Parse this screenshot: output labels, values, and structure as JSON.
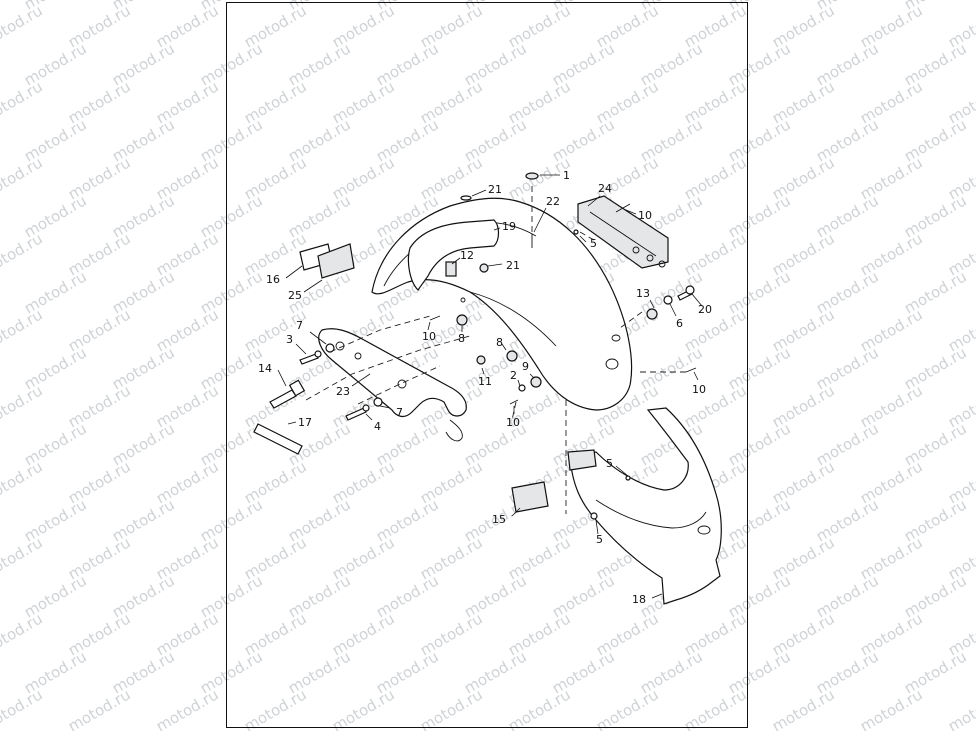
{
  "watermark": {
    "text": "motod.ru"
  },
  "callouts": [
    "1",
    "2",
    "3",
    "4",
    "5",
    "6",
    "7",
    "8",
    "9",
    "10",
    "11",
    "12",
    "13",
    "14",
    "15",
    "16",
    "17",
    "18",
    "19",
    "20",
    "21",
    "22",
    "23",
    "24",
    "25"
  ],
  "labels": {
    "c1": "1",
    "c21a": "21",
    "c22": "22",
    "c24": "24",
    "c10a": "10",
    "c19": "19",
    "c5a": "5",
    "c12": "12",
    "c21b": "21",
    "c16": "16",
    "c25": "25",
    "c13": "13",
    "c20": "20",
    "c6": "6",
    "c7a": "7",
    "c3": "3",
    "c10b": "10",
    "c8a": "8",
    "c8b": "8",
    "c14": "14",
    "c23": "23",
    "c2": "2",
    "c9": "9",
    "c11": "11",
    "c10c": "10",
    "c7b": "7",
    "c4": "4",
    "c17": "17",
    "c10d": "10",
    "c5b": "5",
    "c15": "15",
    "c5c": "5",
    "c18": "18"
  }
}
